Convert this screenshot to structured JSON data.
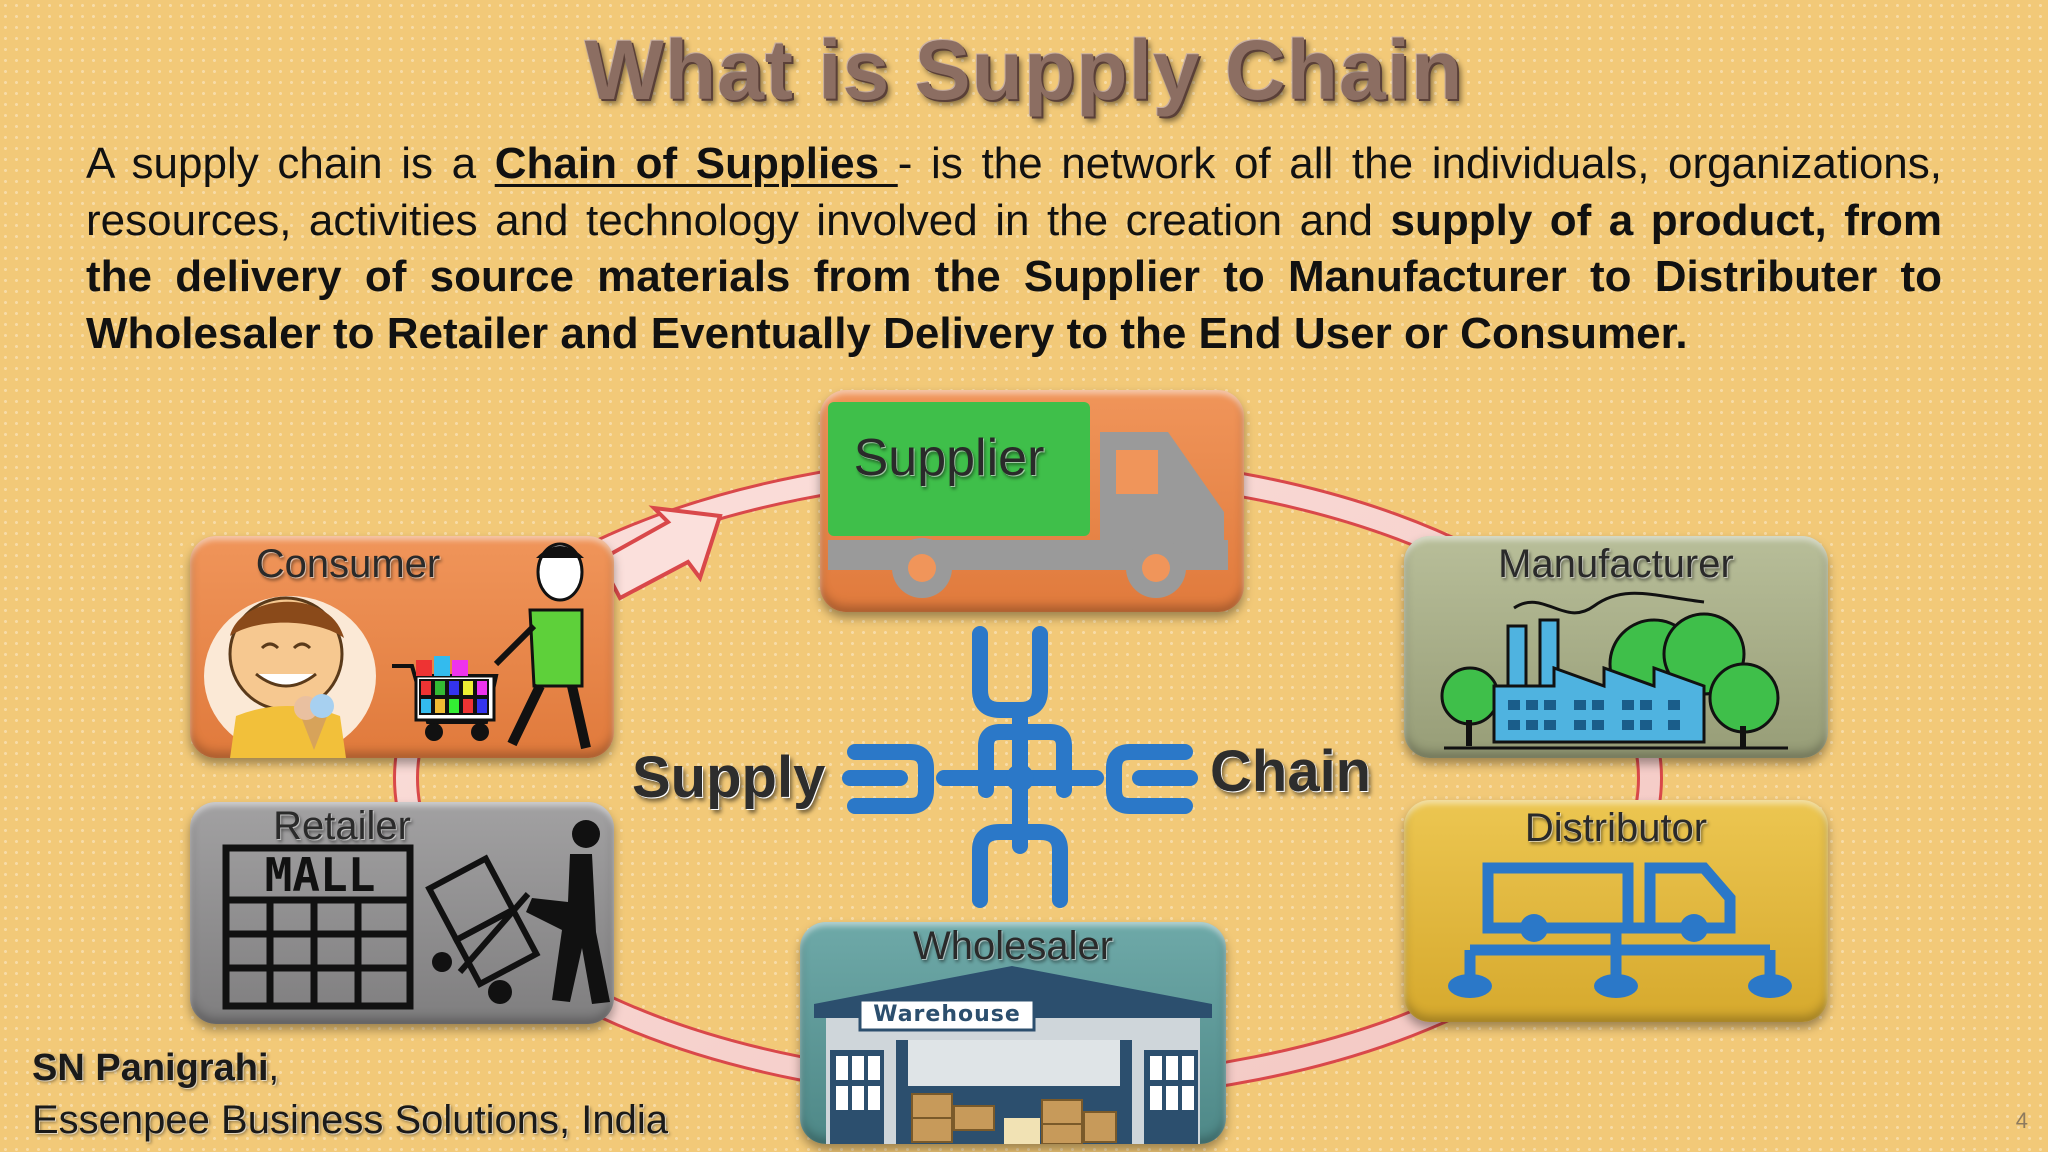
{
  "title": "What is Supply Chain",
  "definition": {
    "intro": "A supply chain is a ",
    "highlight": "Chain of Supplies ",
    "middle": "- is the network of all the individuals, organizations, resources, activities and technology involved in the creation and ",
    "bold_tail": "supply of a product, from the delivery of source materials from the Supplier to Manufacturer to Distributer to Wholesaler to Retailer and Eventually Delivery to the End User or Consumer."
  },
  "stages": {
    "supplier": "Supplier",
    "manufacturer": "Manufacturer",
    "distributor": "Distributor",
    "wholesaler": "Wholesaler",
    "warehouse_sign": "Warehouse",
    "retailer": "Retailer",
    "mall_sign": "MALL",
    "consumer": "Consumer"
  },
  "center": {
    "left_word": "Supply",
    "right_word": "Chain"
  },
  "footer": {
    "name": "SN Panigrahi",
    "name_suffix": ",",
    "org": "Essenpee Business Solutions, India"
  },
  "slide_number": "4",
  "colors": {
    "background": "#f2c978",
    "supplier_card": "#e8844a",
    "supplier_truck_box": "#3fbf4a",
    "manufacturer_card": "#a7ad87",
    "distributor_card": "#e1b73e",
    "wholesaler_card": "#5e9a99",
    "retailer_card": "#8e8d8e",
    "consumer_card": "#e8844a",
    "chain_blue": "#2b78c8",
    "ring": "#d9484a"
  }
}
